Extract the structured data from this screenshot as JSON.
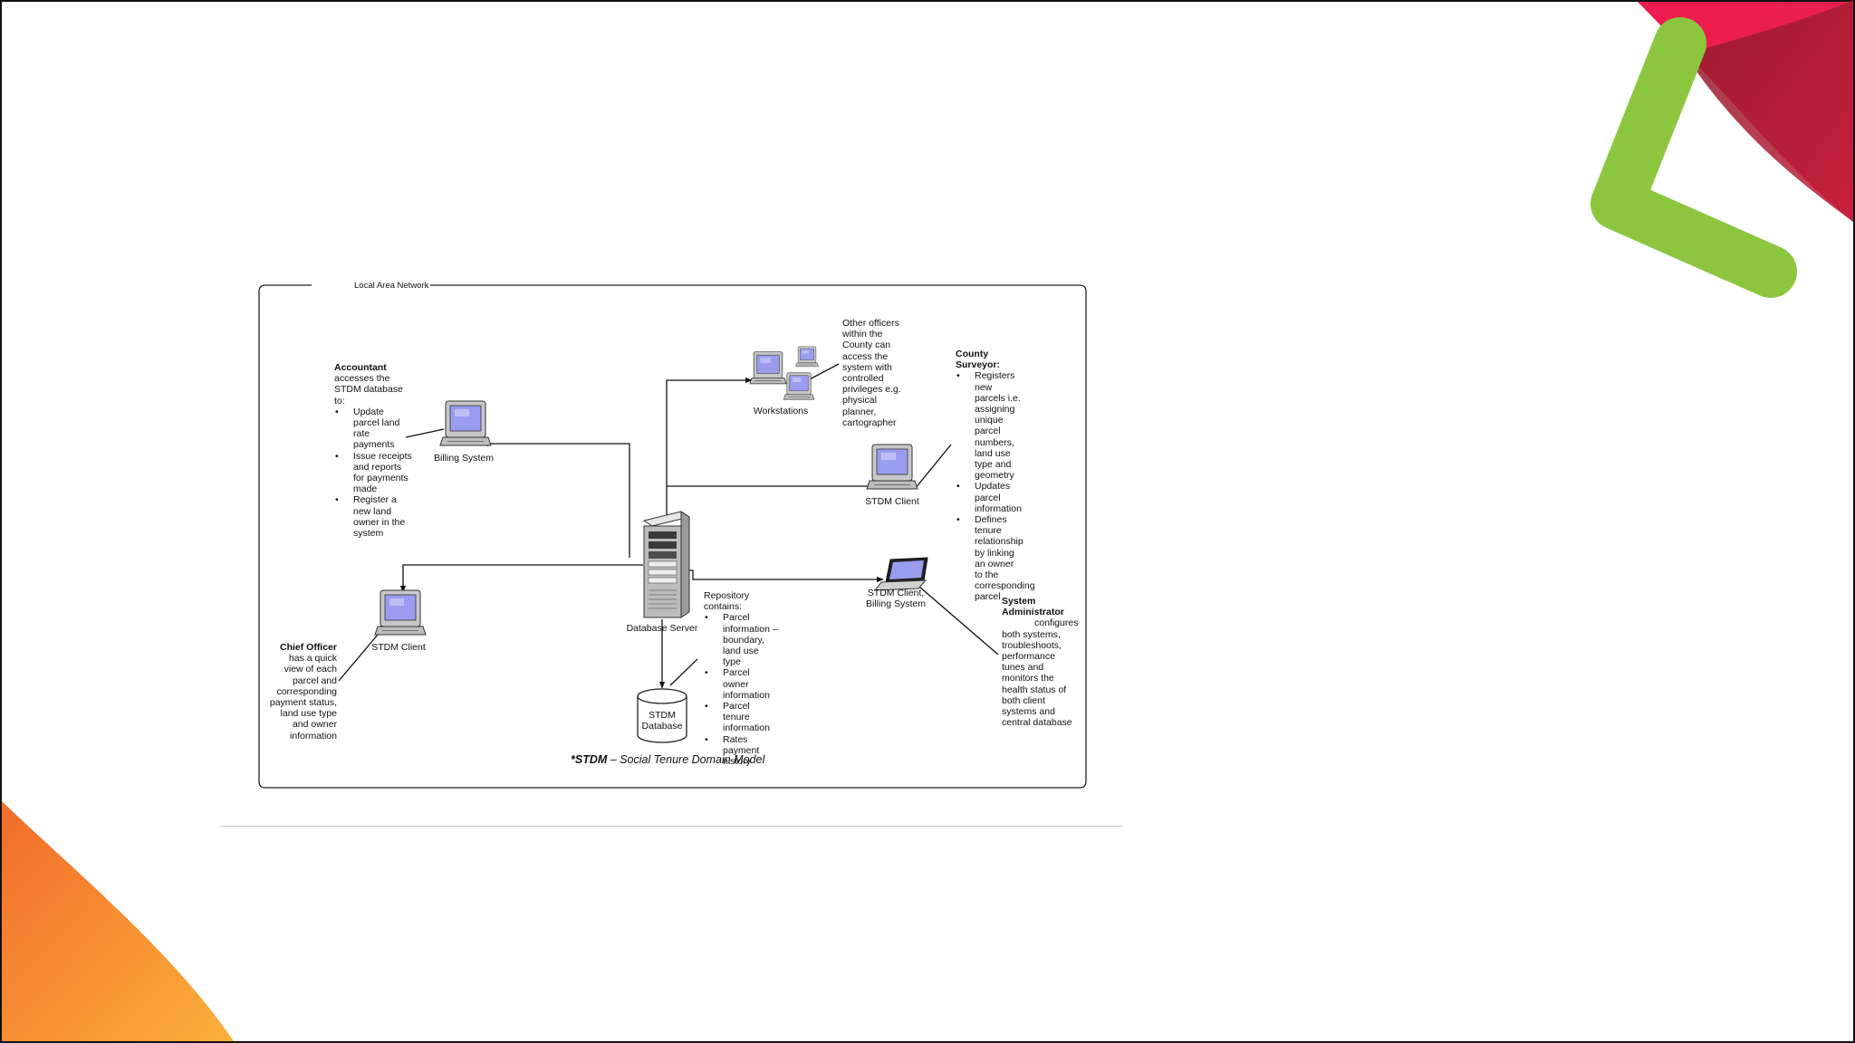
{
  "diagram": {
    "lan_label": "Local Area Network",
    "nodes": {
      "billing_system": "Billing System",
      "workstations": "Workstations",
      "stdm_client_right": "STDM Client",
      "stdm_client_billing": "STDM Client,\nBilling System",
      "database_server": "Database Server",
      "stdm_client_left": "STDM Client",
      "stdm_database": "STDM\nDatabase"
    },
    "accountant": {
      "title": "Accountant",
      "intro": "accesses the STDM database to:",
      "items": [
        "Update parcel land rate payments",
        "Issue receipts and reports for payments made",
        "Register a new land owner in the system"
      ]
    },
    "other_officers": "Other officers within the County can access the system with controlled privileges e.g. physical planner, cartographer",
    "county_surveyor": {
      "title": "County Surveyor:",
      "items": [
        "Registers new parcels i.e. assigning unique parcel numbers, land use type and geometry",
        "Updates parcel information",
        "Defines tenure relationship by linking an owner to the corresponding parcel"
      ]
    },
    "repository": {
      "intro": "Repository contains:",
      "items": [
        "Parcel information – boundary, land use type",
        "Parcel owner information",
        "Parcel tenure information",
        "Rates payment history"
      ]
    },
    "chief_officer": {
      "title": "Chief Officer",
      "text": "has a quick view of each parcel and corresponding payment status, land use type and owner information"
    },
    "system_admin": {
      "title": "System Administrator",
      "text": "configures both systems, troubleshoots, performance tunes and monitors the health status of both client systems and central database"
    },
    "caption_bold": "*STDM",
    "caption_rest": " – Social Tenure Domain Model"
  },
  "colors": {
    "red_accent": "#e8234a",
    "green_accent": "#8cc63f",
    "orange_accent": "#f7941d",
    "screen_blue": "#9a9cf0"
  }
}
